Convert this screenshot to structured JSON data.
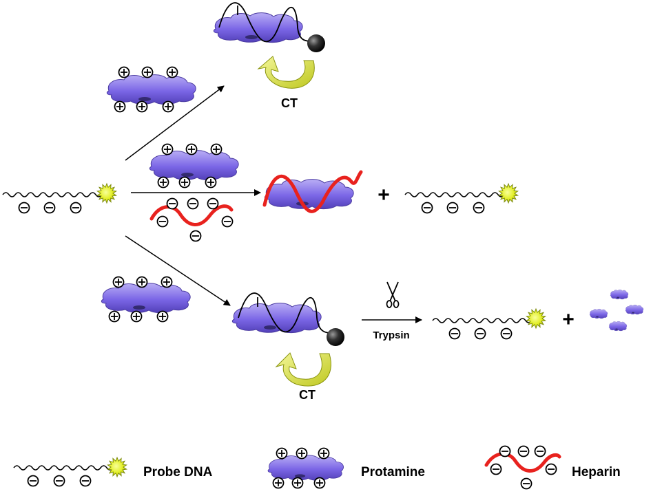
{
  "labels": {
    "ct_top": "CT",
    "ct_bottom": "CT",
    "plus_middle": "+",
    "plus_bottom": "+",
    "trypsin": "Trypsin"
  },
  "legend": {
    "probe_dna": "Probe DNA",
    "protamine": "Protamine",
    "heparin": "Heparin"
  },
  "symbols": {
    "positive": "⊕",
    "negative": "⊖"
  },
  "colors": {
    "protamine_fill": "#7B66E6",
    "protamine_highlight": "#B3A8F2",
    "heparin": "#E8221E",
    "fluorophore": "#E2EE22",
    "fluorophore_stroke": "#8A9A10",
    "quencher": "#222222",
    "ct_arrow": "#DDE640",
    "line": "#000000"
  },
  "icons": {
    "fluorophore": "star-burst-icon",
    "quencher": "dark-sphere-icon",
    "scissors": "scissors-icon"
  }
}
